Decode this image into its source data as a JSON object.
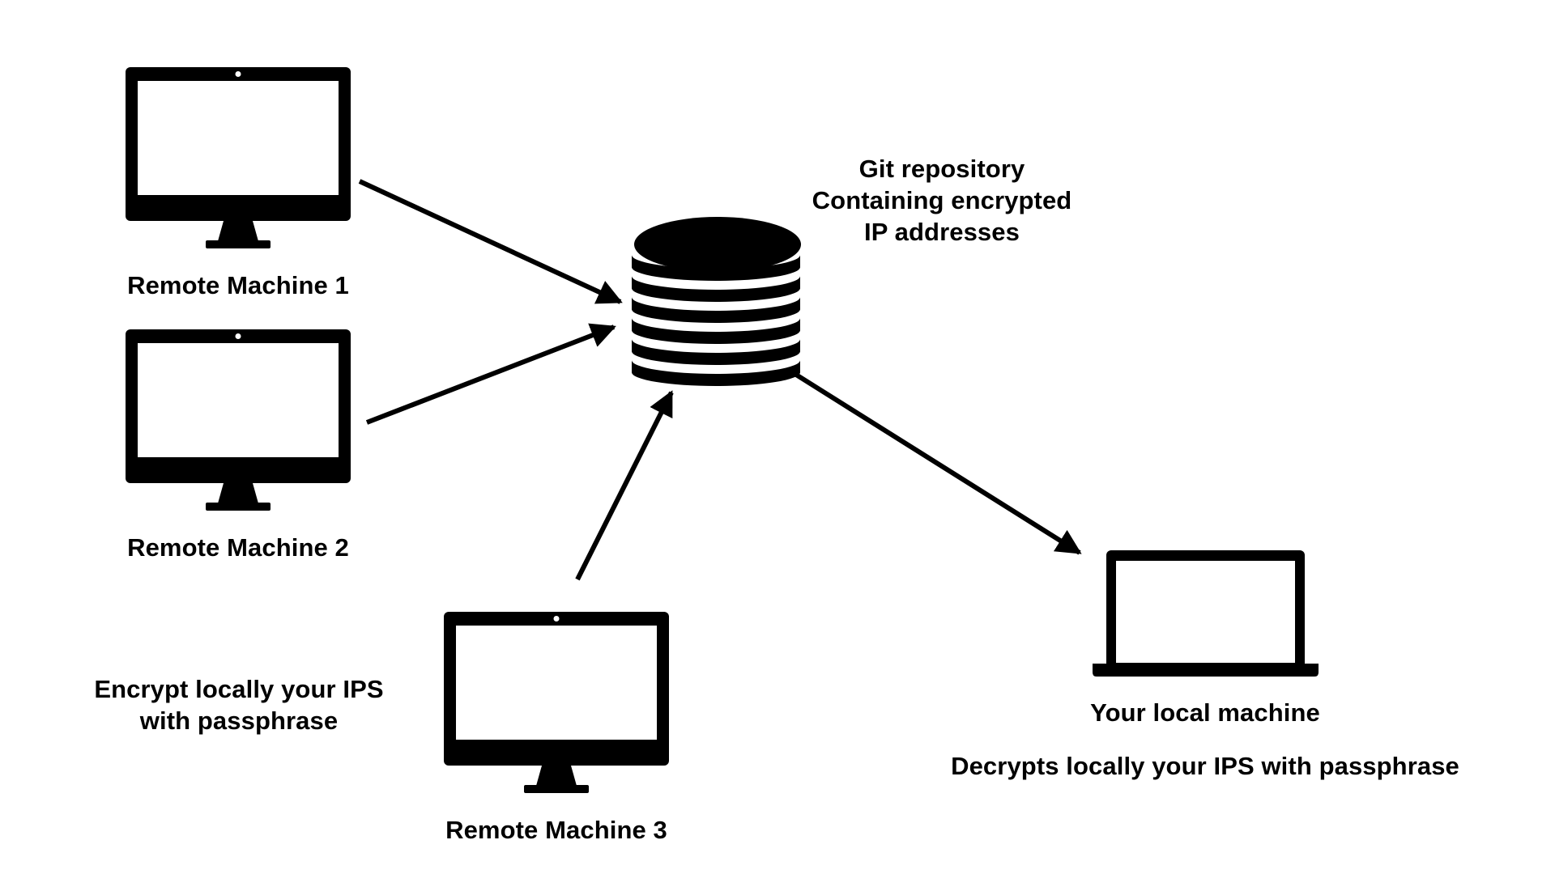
{
  "colors": {
    "foreground": "#000000",
    "background": "#ffffff"
  },
  "nodes": {
    "remote_1": {
      "label": "Remote Machine 1",
      "icon": "desktop-monitor-icon"
    },
    "remote_2": {
      "label": "Remote Machine 2",
      "icon": "desktop-monitor-icon"
    },
    "remote_3": {
      "label": "Remote Machine 3",
      "icon": "desktop-monitor-icon"
    },
    "repository": {
      "icon": "database-icon",
      "line1": "Git repository",
      "line2_prefix": "Containing ",
      "line2_bold": "encrypted",
      "line3": "IP addresses"
    },
    "local": {
      "label": "Your local machine",
      "icon": "laptop-icon",
      "note": "Decrypts locally your IPS with passphrase"
    }
  },
  "notes": {
    "encrypt_line1": "Encrypt locally your IPS",
    "encrypt_line2": "with passphrase"
  },
  "edges": [
    {
      "from": "remote_1",
      "to": "repository"
    },
    {
      "from": "remote_2",
      "to": "repository"
    },
    {
      "from": "remote_3",
      "to": "repository"
    },
    {
      "from": "repository",
      "to": "local"
    }
  ]
}
